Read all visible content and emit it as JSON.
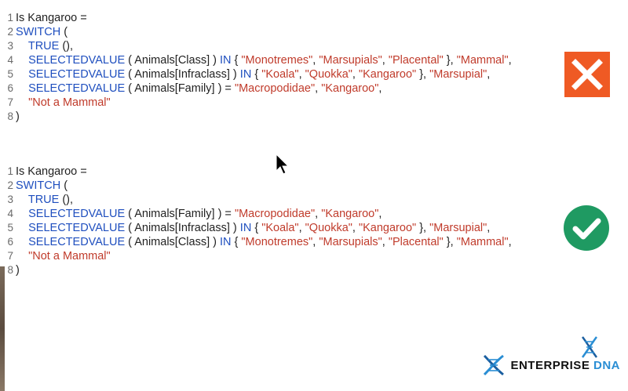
{
  "blocks": [
    {
      "lines": [
        {
          "n": "1",
          "tokens": [
            {
              "t": "Is Kangaroo =",
              "c": "pl"
            }
          ]
        },
        {
          "n": "2",
          "tokens": [
            {
              "t": "SWITCH",
              "c": "kw"
            },
            {
              "t": " (",
              "c": "pl"
            }
          ]
        },
        {
          "n": "3",
          "tokens": [
            {
              "t": "    TRUE",
              "c": "fn"
            },
            {
              "t": " (),",
              "c": "pl"
            }
          ]
        },
        {
          "n": "4",
          "tokens": [
            {
              "t": "    SELECTEDVALUE",
              "c": "fn"
            },
            {
              "t": " ( Animals[Class] ) ",
              "c": "pl"
            },
            {
              "t": "IN",
              "c": "kw"
            },
            {
              "t": " { ",
              "c": "pl"
            },
            {
              "t": "\"Monotremes\"",
              "c": "str"
            },
            {
              "t": ", ",
              "c": "pl"
            },
            {
              "t": "\"Marsupials\"",
              "c": "str"
            },
            {
              "t": ", ",
              "c": "pl"
            },
            {
              "t": "\"Placental\"",
              "c": "str"
            },
            {
              "t": " }, ",
              "c": "pl"
            },
            {
              "t": "\"Mammal\"",
              "c": "str"
            },
            {
              "t": ",",
              "c": "pl"
            }
          ]
        },
        {
          "n": "5",
          "tokens": [
            {
              "t": "    SELECTEDVALUE",
              "c": "fn"
            },
            {
              "t": " ( Animals[Infraclass] ) ",
              "c": "pl"
            },
            {
              "t": "IN",
              "c": "kw"
            },
            {
              "t": " { ",
              "c": "pl"
            },
            {
              "t": "\"Koala\"",
              "c": "str"
            },
            {
              "t": ", ",
              "c": "pl"
            },
            {
              "t": "\"Quokka\"",
              "c": "str"
            },
            {
              "t": ", ",
              "c": "pl"
            },
            {
              "t": "\"Kangaroo\"",
              "c": "str"
            },
            {
              "t": " }, ",
              "c": "pl"
            },
            {
              "t": "\"Marsupial\"",
              "c": "str"
            },
            {
              "t": ",",
              "c": "pl"
            }
          ]
        },
        {
          "n": "6",
          "tokens": [
            {
              "t": "    SELECTEDVALUE",
              "c": "fn"
            },
            {
              "t": " ( Animals[Family] ) = ",
              "c": "pl"
            },
            {
              "t": "\"Macropodidae\"",
              "c": "str"
            },
            {
              "t": ", ",
              "c": "pl"
            },
            {
              "t": "\"Kangaroo\"",
              "c": "str"
            },
            {
              "t": ",",
              "c": "pl"
            }
          ]
        },
        {
          "n": "7",
          "tokens": [
            {
              "t": "    \"Not a Mammal\"",
              "c": "str"
            }
          ]
        },
        {
          "n": "8",
          "tokens": [
            {
              "t": ")",
              "c": "pl"
            }
          ]
        }
      ]
    },
    {
      "lines": [
        {
          "n": "1",
          "tokens": [
            {
              "t": "Is Kangaroo =",
              "c": "pl"
            }
          ]
        },
        {
          "n": "2",
          "tokens": [
            {
              "t": "SWITCH",
              "c": "kw"
            },
            {
              "t": " (",
              "c": "pl"
            }
          ]
        },
        {
          "n": "3",
          "tokens": [
            {
              "t": "    TRUE",
              "c": "fn"
            },
            {
              "t": " (),",
              "c": "pl"
            }
          ]
        },
        {
          "n": "4",
          "tokens": [
            {
              "t": "    SELECTEDVALUE",
              "c": "fn"
            },
            {
              "t": " ( Animals[Family] ) = ",
              "c": "pl"
            },
            {
              "t": "\"Macropodidae\"",
              "c": "str"
            },
            {
              "t": ", ",
              "c": "pl"
            },
            {
              "t": "\"Kangaroo\"",
              "c": "str"
            },
            {
              "t": ",",
              "c": "pl"
            }
          ]
        },
        {
          "n": "5",
          "tokens": [
            {
              "t": "    SELECTEDVALUE",
              "c": "fn"
            },
            {
              "t": " ( Animals[Infraclass] ) ",
              "c": "pl"
            },
            {
              "t": "IN",
              "c": "kw"
            },
            {
              "t": " { ",
              "c": "pl"
            },
            {
              "t": "\"Koala\"",
              "c": "str"
            },
            {
              "t": ", ",
              "c": "pl"
            },
            {
              "t": "\"Quokka\"",
              "c": "str"
            },
            {
              "t": ", ",
              "c": "pl"
            },
            {
              "t": "\"Kangaroo\"",
              "c": "str"
            },
            {
              "t": " }, ",
              "c": "pl"
            },
            {
              "t": "\"Marsupial\"",
              "c": "str"
            },
            {
              "t": ",",
              "c": "pl"
            }
          ]
        },
        {
          "n": "6",
          "tokens": [
            {
              "t": "    SELECTEDVALUE",
              "c": "fn"
            },
            {
              "t": " ( Animals[Class] ) ",
              "c": "pl"
            },
            {
              "t": "IN",
              "c": "kw"
            },
            {
              "t": " { ",
              "c": "pl"
            },
            {
              "t": "\"Monotremes\"",
              "c": "str"
            },
            {
              "t": ", ",
              "c": "pl"
            },
            {
              "t": "\"Marsupials\"",
              "c": "str"
            },
            {
              "t": ", ",
              "c": "pl"
            },
            {
              "t": "\"Placental\"",
              "c": "str"
            },
            {
              "t": " }, ",
              "c": "pl"
            },
            {
              "t": "\"Mammal\"",
              "c": "str"
            },
            {
              "t": ",",
              "c": "pl"
            }
          ]
        },
        {
          "n": "7",
          "tokens": [
            {
              "t": "    \"Not a Mammal\"",
              "c": "str"
            }
          ]
        },
        {
          "n": "8",
          "tokens": [
            {
              "t": ")",
              "c": "pl"
            }
          ]
        }
      ]
    }
  ],
  "icons": {
    "top": "close-x-icon",
    "bottom": "check-circle-icon"
  },
  "brand": {
    "name_part1": "ENTERPRISE ",
    "name_part2": "DNA"
  },
  "colors": {
    "keyword": "#1f4fbf",
    "string": "#c03b2b",
    "fail": "#ef5a24",
    "pass": "#1f9a62",
    "brand_blue": "#2a8ed4"
  }
}
